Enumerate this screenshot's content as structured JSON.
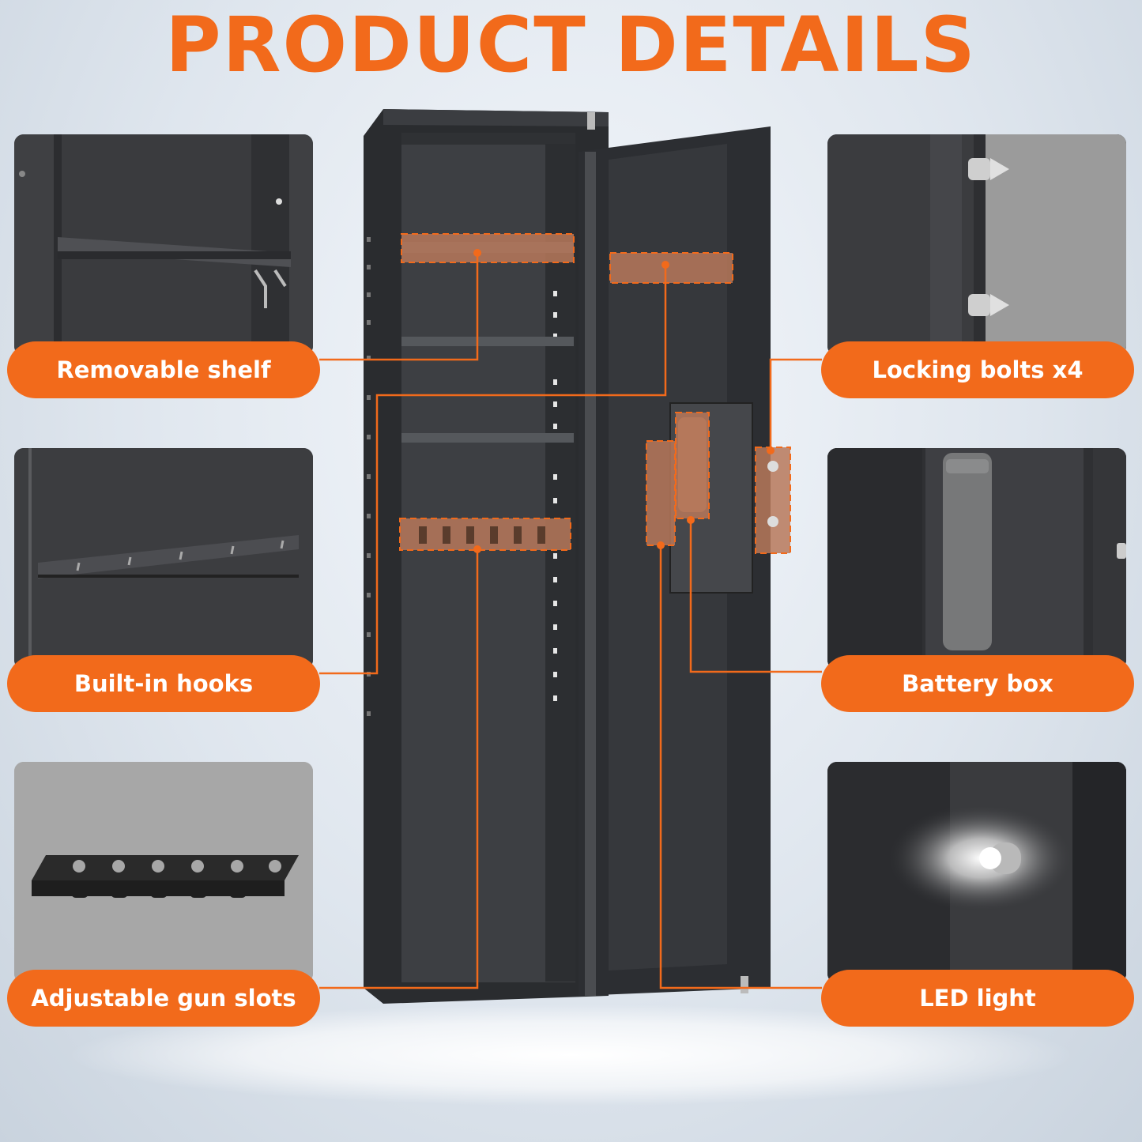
{
  "title": "PRODUCT DETAILS",
  "colors": {
    "accent": "#f26a1b",
    "safe_body": "#2b2d30",
    "safe_interior": "#3a3c40",
    "highlight_fill": "#b7785a"
  },
  "features": {
    "removable_shelf": "Removable shelf",
    "built_in_hooks": "Built-in hooks",
    "adjustable_gun_slots": "Adjustable gun slots",
    "locking_bolts": "Locking bolts x4",
    "battery_box": "Battery box",
    "led_light": "LED light"
  }
}
